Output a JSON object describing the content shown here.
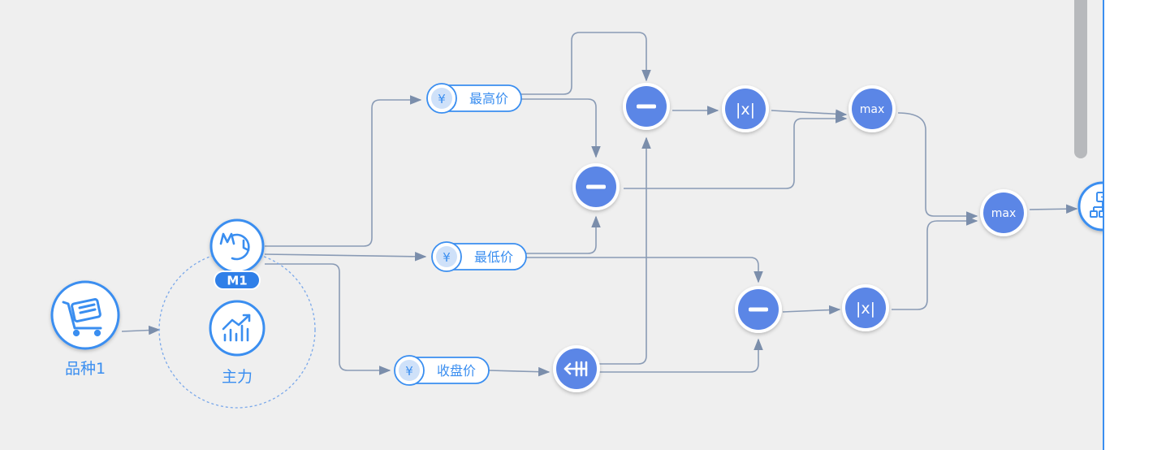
{
  "colors": {
    "accent": "#3a8ef0",
    "op_fill": "#5b86e6",
    "edge": "#8a9bb5",
    "background": "#efefef"
  },
  "nodes": {
    "variety": {
      "label": "品种1",
      "icon": "cart-icon"
    },
    "main": {
      "label": "主力",
      "icon": "trend-chart-icon"
    },
    "period": {
      "badge": "M1",
      "icon": "clock-icon"
    },
    "high": {
      "symbol": "¥",
      "label": "最高价"
    },
    "low": {
      "symbol": "¥",
      "label": "最低价"
    },
    "close": {
      "symbol": "¥",
      "label": "收盘价"
    },
    "abs1": {
      "label": "|x|"
    },
    "abs2": {
      "label": "|x|"
    },
    "max1": {
      "label": "max"
    },
    "max2": {
      "label": "max"
    },
    "output": {
      "icon": "hierarchy-icon"
    }
  }
}
